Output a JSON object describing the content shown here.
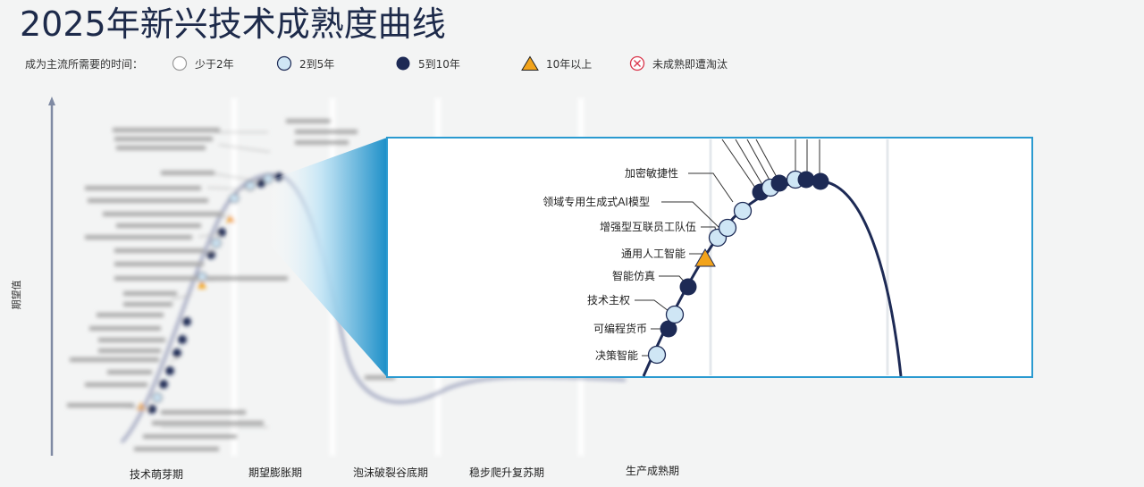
{
  "title": "2025年新兴技术成熟度曲线",
  "legend": {
    "prompt": "成为主流所需要的时间：",
    "items": [
      {
        "label": "少于2年",
        "marker": "circle-white"
      },
      {
        "label": "2到5年",
        "marker": "circle-light-blue"
      },
      {
        "label": "5到10年",
        "marker": "circle-navy"
      },
      {
        "label": "10年以上",
        "marker": "triangle-orange"
      },
      {
        "label": "未成熟即遭淘汰",
        "marker": "circle-cross-red"
      }
    ]
  },
  "colors": {
    "navy": "#1d2a55",
    "light_blue": "#cfe6f5",
    "orange": "#f2a31a",
    "red": "#d9344a",
    "accent_blue": "#1c8fc8"
  },
  "chart_data": {
    "type": "hype-cycle",
    "title": "2025年新兴技术成熟度曲线",
    "ylabel": "期望值",
    "phases": [
      "技术萌芽期",
      "期望膨胀期",
      "泡沫破裂谷底期",
      "稳步爬升复苏期",
      "生产成熟期"
    ],
    "zoom_callouts": [
      {
        "label": "加密敏捷性",
        "marker": "2到5年"
      },
      {
        "label": "领域专用生成式AI模型",
        "marker": "2到5年"
      },
      {
        "label": "增强型互联员工队伍",
        "marker": "2到5年"
      },
      {
        "label": "通用人工智能",
        "marker": "10年以上"
      },
      {
        "label": "智能仿真",
        "marker": "5到10年"
      },
      {
        "label": "技术主权",
        "marker": "2到5年"
      },
      {
        "label": "可编程货币",
        "marker": "5到10年"
      },
      {
        "label": "决策智能",
        "marker": "2到5年"
      }
    ]
  }
}
